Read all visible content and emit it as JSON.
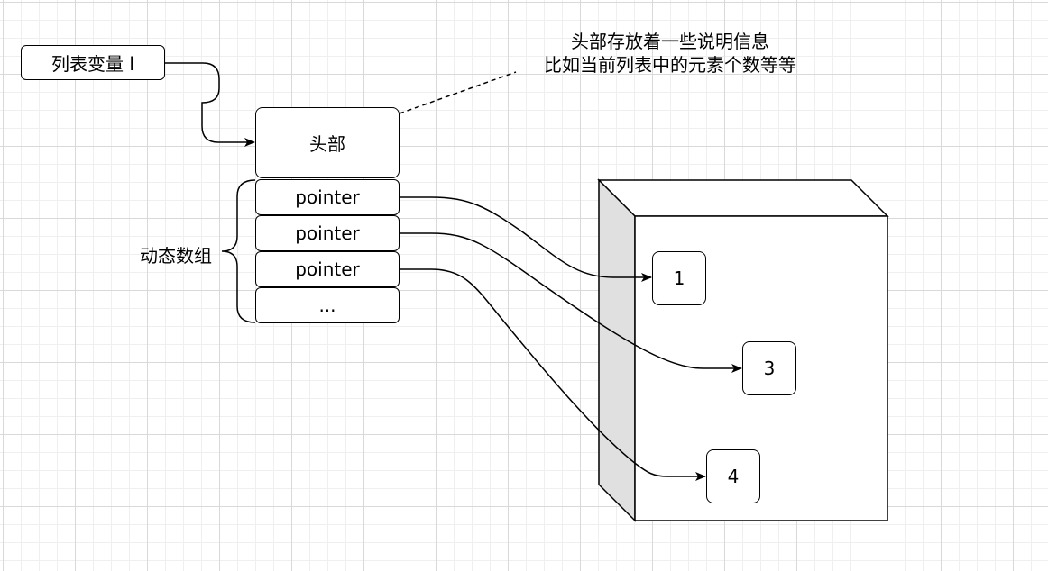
{
  "variable_label": "列表变量 l",
  "header_label": "头部",
  "note": {
    "line1": "头部存放着一些说明信息",
    "line2": "比如当前列表中的元素个数等等"
  },
  "array_label": "动态数组",
  "slots": [
    "pointer",
    "pointer",
    "pointer",
    "..."
  ],
  "elements": [
    "1",
    "3",
    "4"
  ],
  "colors": {
    "stroke": "#000000",
    "cube_side": "#e0e0e0",
    "grid": "#d9d9d9"
  }
}
